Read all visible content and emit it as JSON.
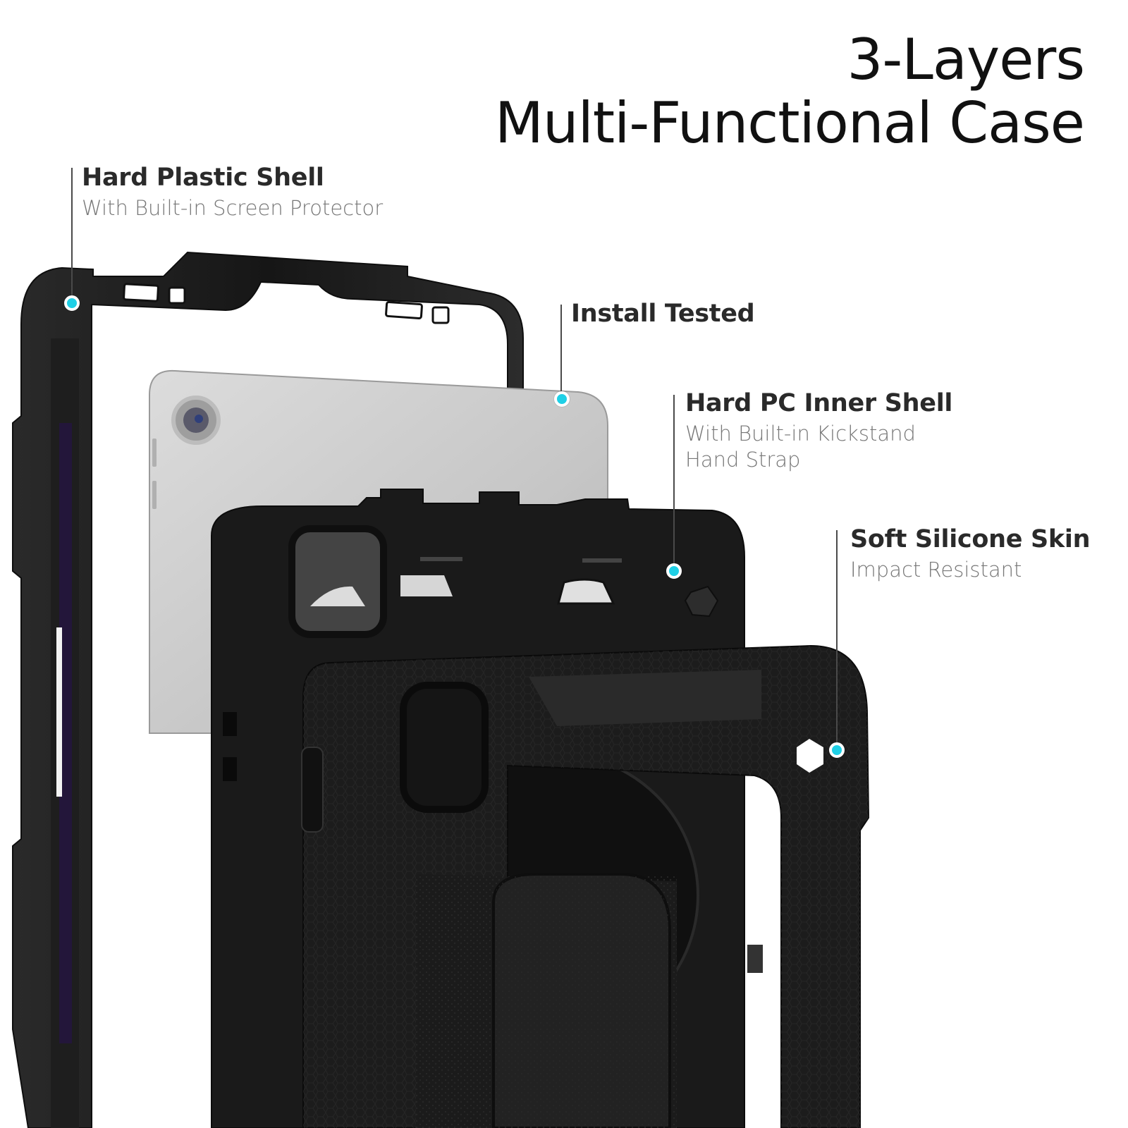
{
  "headline": {
    "line1": "3-Layers",
    "line2": "Multi-Functional Case"
  },
  "callouts": [
    {
      "title": "Hard Plastic Shell",
      "subtitle": [
        "With Built-in Screen Protector"
      ]
    },
    {
      "title": "Install Tested",
      "subtitle": []
    },
    {
      "title": "Hard PC Inner Shell",
      "subtitle": [
        "With Built-in Kickstand",
        "Hand Strap"
      ]
    },
    {
      "title": "Soft Silicone Skin",
      "subtitle": [
        "Impact Resistant"
      ]
    }
  ],
  "colors": {
    "accent_dot": "#1fd0e6",
    "case_black": "#1b1b1b",
    "tablet_silver": "#c9c9c9",
    "text_dark": "#2a2a2a",
    "text_light": "#777777"
  }
}
